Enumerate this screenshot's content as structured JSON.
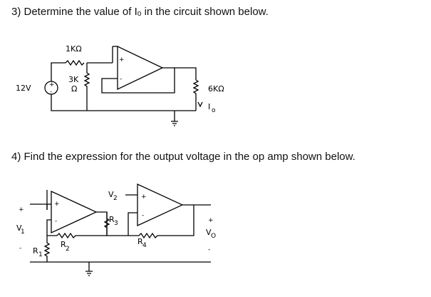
{
  "questions": {
    "q3": {
      "text": "3) Determine the value of Iₒ in the circuit shown below."
    },
    "q4": {
      "text": "4) Find the expression for the output voltage in the op amp shown below."
    }
  },
  "circuit1": {
    "source": "12V",
    "source_plus": "+",
    "source_minus": "-",
    "r_top": "1KΩ",
    "r_mid_a": "3K",
    "r_mid_b": "Ω",
    "r_load": "6KΩ",
    "current": "I",
    "current_sub": "o",
    "opamp_plus": "+",
    "opamp_minus": "-"
  },
  "circuit2": {
    "v1": "V",
    "v1_sub": "1",
    "v1_plus": "+",
    "v1_minus": "-",
    "v2": "V",
    "v2_sub": "2",
    "r1": "R",
    "r1_sub": "1",
    "r2": "R",
    "r2_sub": "2",
    "r3": "R",
    "r3_sub": "3",
    "r4": "R",
    "r4_sub": "4",
    "vo": "V",
    "vo_sub": "O",
    "vo_plus": "+",
    "vo_minus": "-",
    "oa1_plus": "+",
    "oa1_minus": "-",
    "oa2_plus": "+",
    "oa2_minus": "-"
  }
}
